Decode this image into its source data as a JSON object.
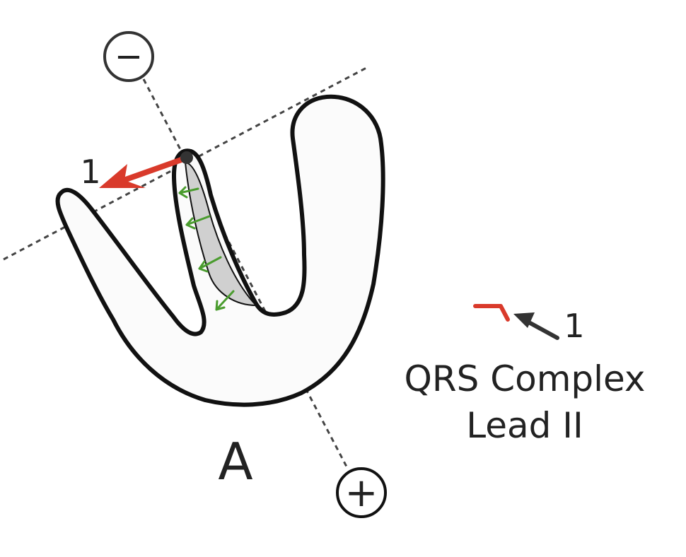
{
  "diagram": {
    "vector_label": "1",
    "panel_label": "A",
    "negative_pole_symbol": "−",
    "positive_pole_symbol": "+",
    "legend": {
      "vector_label": "1",
      "caption_line1": "QRS Complex",
      "caption_line2": "Lead II"
    }
  },
  "colors": {
    "outline": "#111111",
    "heart_fill": "#fbfbfb",
    "septum_fill": "#d0d0d0",
    "vector_arrow": "#d93a2b",
    "activation_arrows": "#4a9c2e",
    "lead_axis": "#444444",
    "legend_arrow": "#333333"
  }
}
